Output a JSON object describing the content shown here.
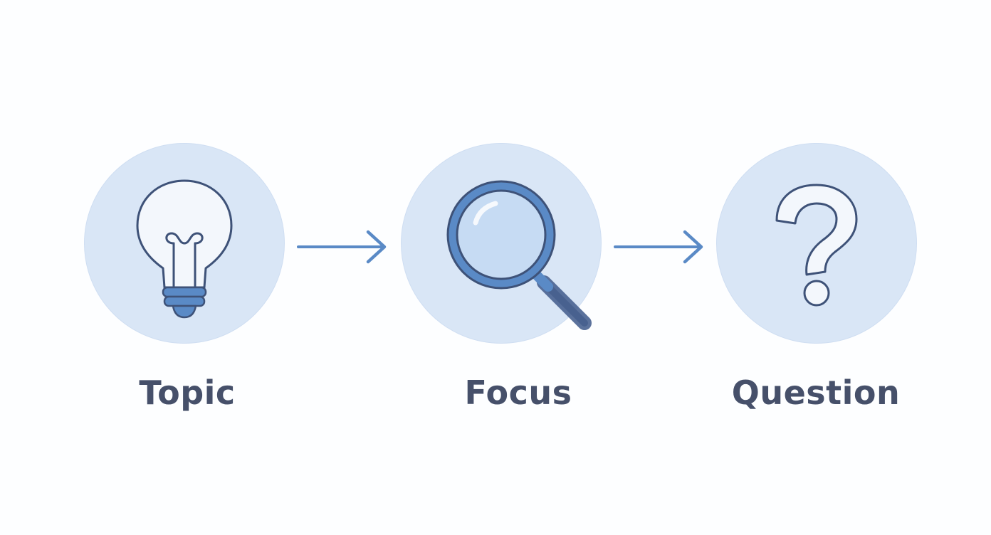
{
  "steps": [
    {
      "label": "Topic",
      "icon": "lightbulb-icon"
    },
    {
      "label": "Focus",
      "icon": "magnifying-glass-icon"
    },
    {
      "label": "Question",
      "icon": "question-mark-icon"
    }
  ],
  "colors": {
    "circle_fill": "#d9e6f6",
    "icon_stroke": "#3e5278",
    "accent_blue": "#5a8ac6",
    "label_text": "#46506a"
  }
}
